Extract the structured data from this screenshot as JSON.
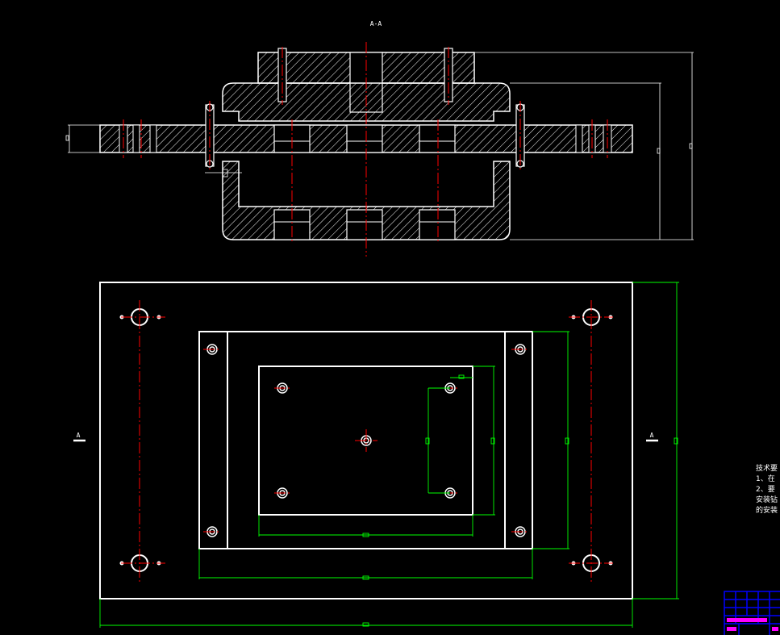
{
  "drawing": {
    "section_title": "A-A",
    "section_marker_left": "A",
    "section_marker_right": "A"
  },
  "notes": {
    "heading": "技术要",
    "line1": "1、在",
    "line2": "2、要",
    "line3": "安装钻",
    "line4": "的安装"
  },
  "colors": {
    "background": "#000000",
    "outline": "#ffffff",
    "centerline": "#ff0000",
    "dimension": "#00ff00",
    "title_block": "#0000ff"
  }
}
